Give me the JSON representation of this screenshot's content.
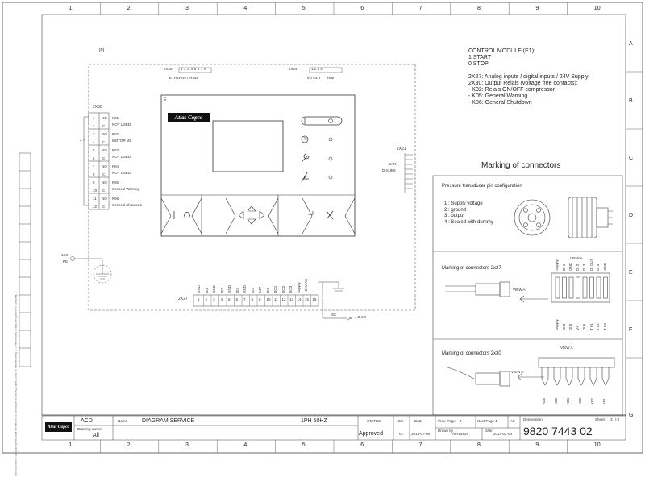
{
  "frame": {
    "columns": [
      "1",
      "2",
      "3",
      "4",
      "5",
      "6",
      "7",
      "8",
      "9",
      "10"
    ],
    "rows": [
      "A",
      "B",
      "C",
      "D",
      "E",
      "F",
      "G"
    ]
  },
  "bracket_label": "[B]",
  "brand": "Atlas Copco",
  "module_label": "E",
  "connectors": {
    "x25_tag": "2X25",
    "x25_pins": "1 2 3 4 5 6 7 8",
    "x25_name": "ETHERNET RJ45",
    "x24_tag": "2X24",
    "x24_pins": "1  2  3  4",
    "x24_name1": "I/O OUT",
    "x24_name2": "R/M",
    "x30_tag": "2X30",
    "x21_tag": "2X21",
    "x21_name1": "CAN",
    "x21_name2": "D-SUB9",
    "x27_tag": "2X27",
    "side_27": "2 7",
    "tx3": "1X3",
    "pe": "PE",
    "x27_pins": [
      "1",
      "2",
      "3",
      "4",
      "5",
      "6",
      "7",
      "8",
      "9",
      "10",
      "11",
      "12",
      "13",
      "14",
      "15",
      "16"
    ],
    "x27_signals": [
      "GND",
      "DI1",
      "GND",
      "DI2",
      "GND",
      "DI3",
      "GND",
      "DI4",
      "24V-",
      "DI6",
      "DO1",
      "DO2",
      "DO3",
      "Supply",
      "+24V-AC"
    ],
    "sc_label": "SC",
    "sc_ref": "4.2;4.3"
  },
  "x30_relays": [
    {
      "n1": "1",
      "n2": "2",
      "no": "NO",
      "c": "C",
      "name": "K01",
      "desc": "NOT USED"
    },
    {
      "n1": "3",
      "n2": "4",
      "no": "NO",
      "c": "C",
      "name": "K02",
      "desc": "MOTOR M1"
    },
    {
      "n1": "5",
      "n2": "6",
      "no": "NO",
      "c": "C",
      "name": "K03",
      "desc": "NOT USED"
    },
    {
      "n1": "7",
      "n2": "8",
      "no": "NO",
      "c": "C",
      "name": "K04",
      "desc": "NOT USED"
    },
    {
      "n1": "9",
      "n2": "10",
      "no": "NO",
      "c": "C",
      "name": "K05",
      "desc": "General Warning"
    },
    {
      "n1": "11",
      "n2": "12",
      "no": "NO",
      "c": "C",
      "name": "K06",
      "desc": "General Shutdown"
    }
  ],
  "notes": [
    "CONTROL MODULE (E1):",
    "1  START",
    "0  STOP",
    "",
    "2X27: Analog inputs / digital inputs / 24V Supply",
    "2X30: Output Relais (voltage free contacts):",
    "        - K02: Relais ON/OFF compressor",
    "        - K05: General Warning",
    "        - K06: General Shutdown"
  ],
  "marking": {
    "title": "Marking of connectors",
    "pressure_title": "Pressure transducer pin configuration",
    "pressure_pins": [
      "1 : Supply voltage",
      "2 : ground",
      "3 : output",
      "4 : Sealed with dummy"
    ],
    "x27_title": "Marking of connectors 2x27",
    "x30_title": "Marking of connectors 2x30",
    "view_a": "VIEW A",
    "x27_top": [
      "Supply",
      "DI 1",
      "GND",
      "DI 2",
      "DI 3",
      "DI OUT",
      "DI 4",
      "GND"
    ],
    "x27_bottom": [
      "Supply",
      "DI 3",
      "DI 5",
      "V+",
      "DI 6",
      "T 01",
      "T 02",
      "T 03"
    ],
    "x30_bot": [
      "K06",
      "K05",
      "K04",
      "K03",
      "K02",
      "K01"
    ]
  },
  "side_notice": "This document is our property and shall not without our permission be altered, copied, used for manufacturing or communicated to any other person or company.",
  "title_block": {
    "brand": "Atlas Copco",
    "acd": "ACD",
    "owner_label": "Drawing owner",
    "owner": "All",
    "name_label": "Name",
    "name": "DIAGRAM SERVICE",
    "supply": "1PH  50HZ",
    "status_label": "STATUS",
    "status": "Approved",
    "ed_label": "Ed.",
    "ed": "01",
    "date_label": "Date",
    "date": "2013-07-06",
    "prev_label": "Prev. Page",
    "prev": "2",
    "next_label": "Next Page",
    "next": "4",
    "size": "A3",
    "drawn_label": "Drawn by",
    "drawn": "AIR14525",
    "date2_label": "Date",
    "date2": "2014-02-04",
    "designation_label": "Designation",
    "designation": "9820 7443 02",
    "sheet_label": "Sheet",
    "sheet": "3",
    "sheets": "/ 8"
  }
}
